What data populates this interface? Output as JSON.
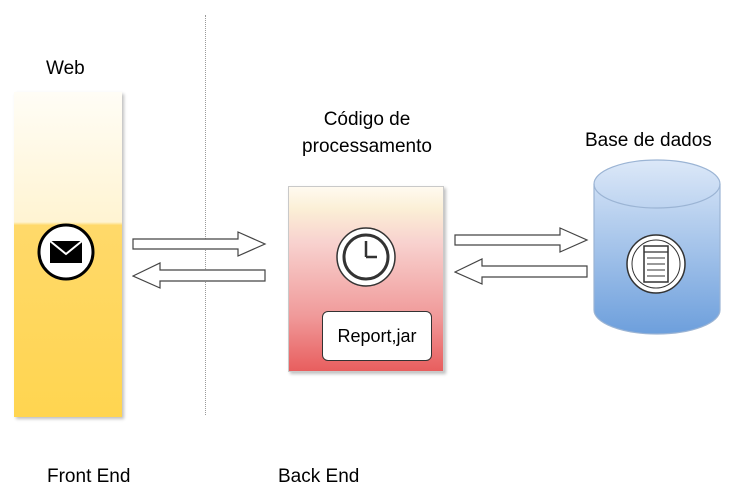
{
  "labels": {
    "web": "Web",
    "code_line1": "Código de",
    "code_line2": "processamento",
    "database": "Base de dados",
    "front_end": "Front End",
    "back_end": "Back End"
  },
  "report_box": "Report,jar",
  "icons": {
    "web": "envelope-icon",
    "code": "clock-icon",
    "database": "document-icon"
  },
  "colors": {
    "web_top": "#fff4d2",
    "web_bottom": "#ffd550",
    "code_top": "#fbefd6",
    "code_bottom": "#e85e5e",
    "db_top": "#dce8f8",
    "db_bottom": "#6d9fdc"
  }
}
